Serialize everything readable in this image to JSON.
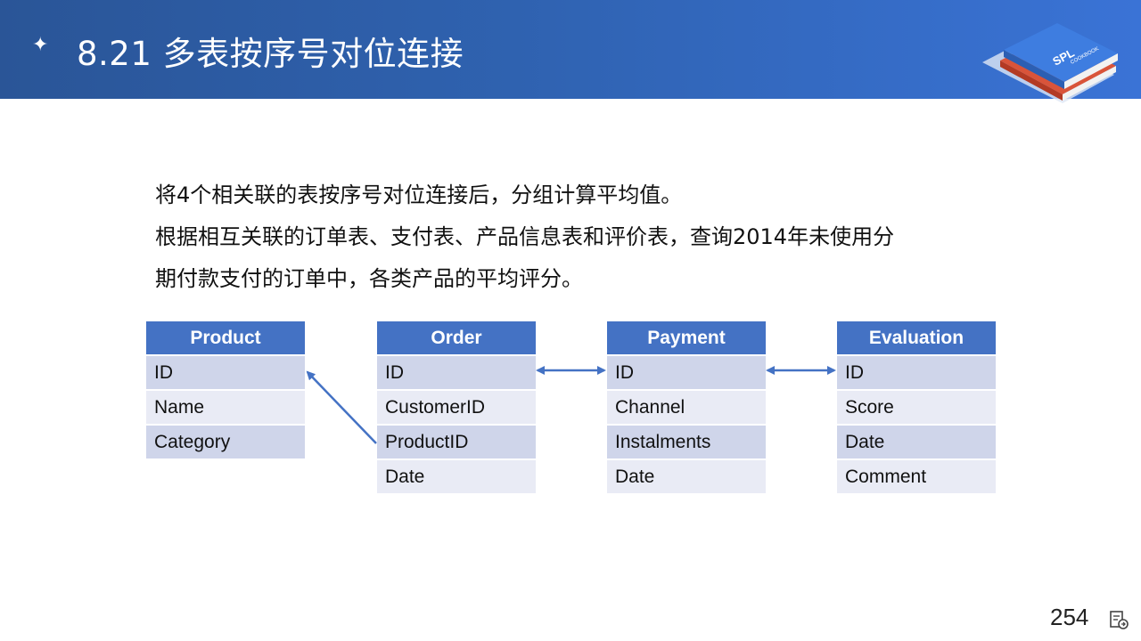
{
  "header": {
    "bullet": "✦",
    "title": "8.21 多表按序号对位连接"
  },
  "logo": {
    "text": "SPL",
    "subtext": "COOKBOOK"
  },
  "intro": {
    "line1": "将4个相关联的表按序号对位连接后，分组计算平均值。",
    "line2": "根据相互关联的订单表、支付表、产品信息表和评价表，查询2014年未使用分",
    "line3": "期付款支付的订单中，各类产品的平均评分。"
  },
  "tables": {
    "product": {
      "header": "Product",
      "rows": [
        "ID",
        "Name",
        "Category"
      ]
    },
    "order": {
      "header": "Order",
      "rows": [
        "ID",
        "CustomerID",
        "ProductID",
        "Date"
      ]
    },
    "payment": {
      "header": "Payment",
      "rows": [
        "ID",
        "Channel",
        "Instalments",
        "Date"
      ]
    },
    "evaluation": {
      "header": "Evaluation",
      "rows": [
        "ID",
        "Score",
        "Date",
        "Comment"
      ]
    }
  },
  "colors": {
    "header_bg_start": "#2a5597",
    "header_bg_end": "#3a73d6",
    "table_header": "#4472c4",
    "row_odd": "#cfd5ea",
    "row_even": "#e9ebf5",
    "arrow": "#4472c4"
  },
  "footer": {
    "page_number": "254",
    "corner_icon": "slide-notes-icon"
  }
}
